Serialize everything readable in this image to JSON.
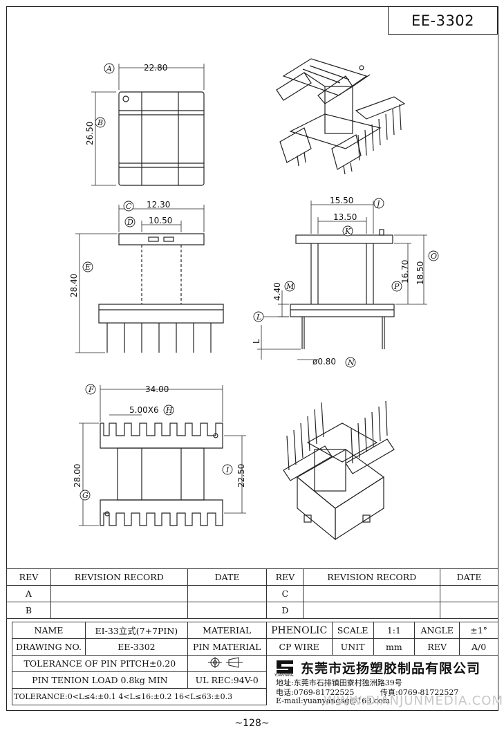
{
  "header": {
    "part_number": "EE-3302"
  },
  "dims": {
    "A": "22.80",
    "B": "26.50",
    "C": "12.30",
    "D": "10.50",
    "E": "28.40",
    "J": "15.50",
    "K": "13.50",
    "O": "18.50",
    "P": "16.70",
    "M": "4.40",
    "L": "L",
    "N": "ø0.80",
    "F": "34.00",
    "H": "5.00X6",
    "G": "28.00",
    "I": "22.50"
  },
  "callouts": {
    "A": "A",
    "B": "B",
    "C": "C",
    "D": "D",
    "E": "E",
    "J": "J",
    "K": "K",
    "O": "O",
    "P": "P",
    "M": "M",
    "L": "L",
    "N": "N",
    "F": "F",
    "H": "H",
    "G": "G",
    "I": "I"
  },
  "revisions": {
    "headers": {
      "rev": "REV",
      "record": "REVISION RECORD",
      "date": "DATE"
    },
    "rows": [
      {
        "left": "A",
        "right": "C"
      },
      {
        "left": "B",
        "right": "D"
      }
    ]
  },
  "title_block": {
    "name_label": "NAME",
    "name_value": "EI-33立式(7+7PIN)",
    "material_label": "MATERIAL",
    "material_value": "PHENOLIC",
    "scale_label": "SCALE",
    "scale_value": "1:1",
    "angle_label": "ANGLE",
    "angle_value": "±1°",
    "drawing_no_label": "DRAWING NO.",
    "drawing_no_value": "EE-3302",
    "pin_material_label": "PIN MATERIAL",
    "pin_material_value": "CP WIRE",
    "unit_label": "UNIT",
    "unit_value": "mm",
    "rev_label": "REV",
    "rev_value": "A/0",
    "pin_pitch_tolerance": "TOLERANCE OF PIN PITCH±0.20",
    "pin_tension_load": "PIN TENION LOAD 0.8kg MIN",
    "ul_rating": "UL REC:94V-0",
    "length_tolerance": "TOLERANCE:0<L≤4:±0.1  4<L≤16:±0.2  16<L≤63:±0.3"
  },
  "company": {
    "logo_text": "YUANYANG",
    "name": "东莞市远扬塑胶制品有限公司",
    "address": "地址:东莞市石排镇田寮村独洲路39号",
    "phone": "电话:0769-81722525",
    "fax": "传真:0769-81722527",
    "email": "E-mail:yuanyangsg@163.com"
  },
  "watermark": "WWW.DIANJUNMEDIA.COM",
  "page_number": "~128~"
}
